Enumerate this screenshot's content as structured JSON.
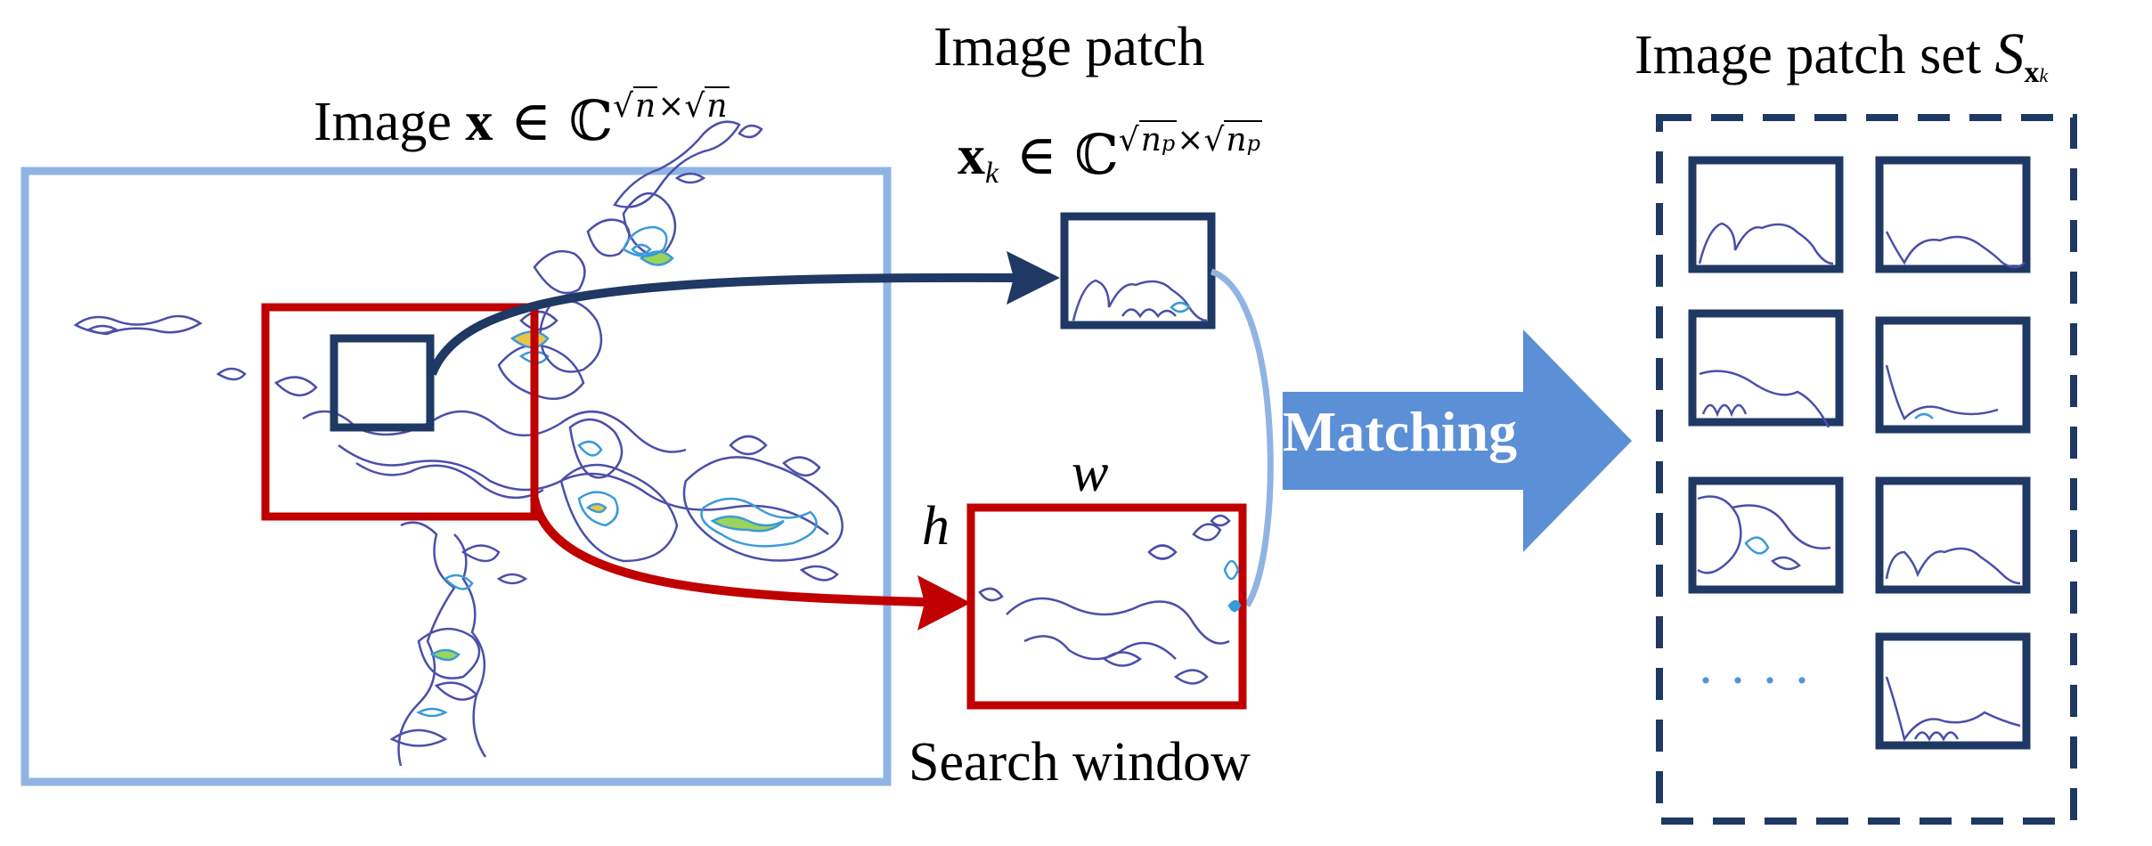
{
  "image_label": {
    "prefix": "Image ",
    "var": "x",
    "in": " ∈ ",
    "field": "ℂ",
    "sup_n1": "n",
    "times": "×",
    "sup_n2": "n"
  },
  "patch_title": "Image patch",
  "patch_math": {
    "var": "x",
    "sub": "k",
    "in": " ∈ ",
    "field": "ℂ",
    "sup_n1": "n",
    "sup_p1": "p",
    "times": "×",
    "sup_n2": "n",
    "sup_p2": "p"
  },
  "search_window": {
    "label": "Search window",
    "w": "w",
    "h": "h"
  },
  "matching": "Matching",
  "patch_set": {
    "prefix": "Image patch set ",
    "var": "S",
    "sub_var": "x",
    "sub_k": "k",
    "ellipsis": "····"
  },
  "colors": {
    "light_blue": "#8fb4e3",
    "navy": "#1f3864",
    "red": "#c00000",
    "arrow_blue": "#5b8fd6"
  }
}
